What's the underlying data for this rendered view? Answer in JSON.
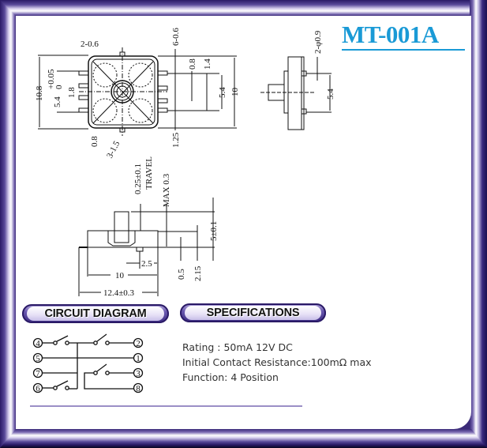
{
  "title": "MT-001A",
  "top_view": {
    "dims": [
      "2-0.6",
      "6-0.6",
      "10.8",
      "5.4",
      "+0.05",
      "0",
      "1.8",
      "0.8",
      "1.4",
      "5.4",
      "10",
      "0.8",
      "3-1.5",
      "1.25"
    ]
  },
  "side_view": {
    "dims": [
      "2-φ0.9",
      "5.4"
    ]
  },
  "front_view": {
    "dims": [
      "0.25±0.1",
      "TRAVEL",
      "MAX 0.3",
      "5±0.1",
      "2.5",
      "10",
      "0.5",
      "2.15",
      "12.4±0.3"
    ]
  },
  "sections": {
    "circuit_label": "CIRCUIT DIAGRAM",
    "specs_label": "SPECIFICATIONS"
  },
  "circuit": {
    "pins": [
      "4",
      "2",
      "5",
      "1",
      "7",
      "3",
      "6",
      "8"
    ]
  },
  "specifications": [
    "Rating : 50mA 12V DC",
    "Initial Contact Resistance:100mΩ max",
    "Function: 4 Position"
  ],
  "colors": {
    "frame": "#3a2a78",
    "title": "#1a9ad6",
    "divider": "#9b8fc6"
  }
}
